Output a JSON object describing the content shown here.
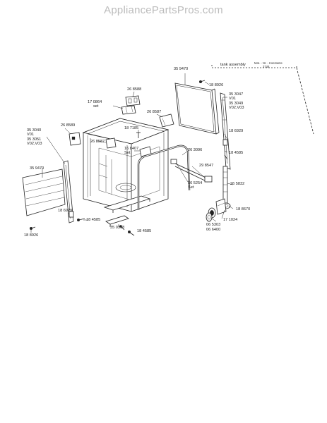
{
  "watermark": "AppliancePartsPros.com",
  "header": {
    "section": "tank assembly",
    "mat_label": "Mat. - Nr. - Konstante",
    "mat_value": "3748"
  },
  "callouts": {
    "p359470_right": "35 9470",
    "p188926_top": "18 8926",
    "p353047": [
      "35 3047",
      "V01",
      "35 3049",
      "V02,V03"
    ],
    "p186929_right": "18 6929",
    "p184585_right": "18 4585",
    "p268588": "26 8588",
    "p170864": [
      "17 0864",
      "set"
    ],
    "p268587_top": "26 8587",
    "p187185": "18 7185",
    "p268589": "26 8589",
    "p353040": [
      "35 3040",
      "V01",
      "35 3051",
      "V02,V03"
    ],
    "p268587_mid": "26 8587",
    "p168407": [
      "16 8407",
      "Set"
    ],
    "p263096": "26 3096",
    "p298547": "29 8547",
    "p165254": [
      "16 5254",
      "Set"
    ],
    "p265832": "26 5832",
    "p188670": "18 8670",
    "p171024": "17 1024",
    "p065303": "06 5303",
    "p066400": "06 6400",
    "p359470_left": "35 9470",
    "p186929_left": "18 6929",
    "p184585_left": "18 4585",
    "p188926_bottom": "18 8926",
    "p350318": "35 0318",
    "p184585_bottom": "18 4585"
  }
}
